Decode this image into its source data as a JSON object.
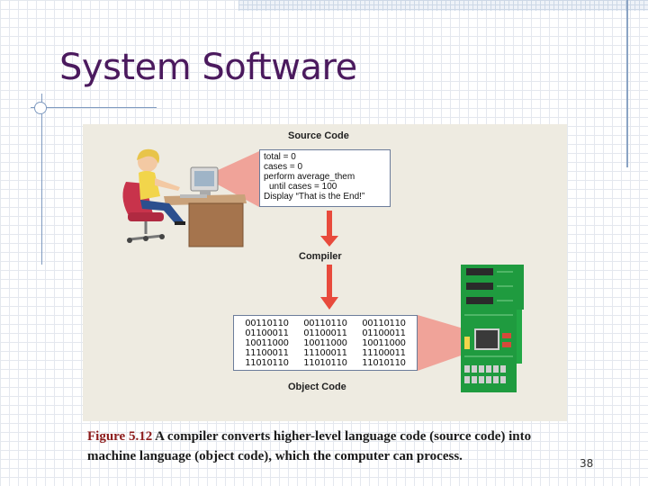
{
  "slide": {
    "title": "System Software",
    "page_number": "38"
  },
  "figure": {
    "source_label": "Source Code",
    "source_lines": [
      "total = 0",
      "cases = 0",
      "perform average_them",
      "until cases = 100",
      "Display “That is the End!”"
    ],
    "compiler_label": "Compiler",
    "object_label": "Object Code",
    "object_columns": [
      [
        "00110110",
        "01100011",
        "10011000",
        "11100011",
        "11010110"
      ],
      [
        "00110110",
        "01100011",
        "10011000",
        "11100011",
        "11010110"
      ],
      [
        "00110110",
        "01100011",
        "10011000",
        "11100011",
        "11010110"
      ]
    ]
  },
  "caption": {
    "label": "Figure 5.12",
    "text": "A compiler converts higher-level language code (source code) into machine language (object code), which the computer can process."
  },
  "colors": {
    "title": "#4b1a5e",
    "figure_label": "#8b1a1a",
    "arrow": "#e84a3c",
    "circuit_board": "#1f9b3f"
  }
}
